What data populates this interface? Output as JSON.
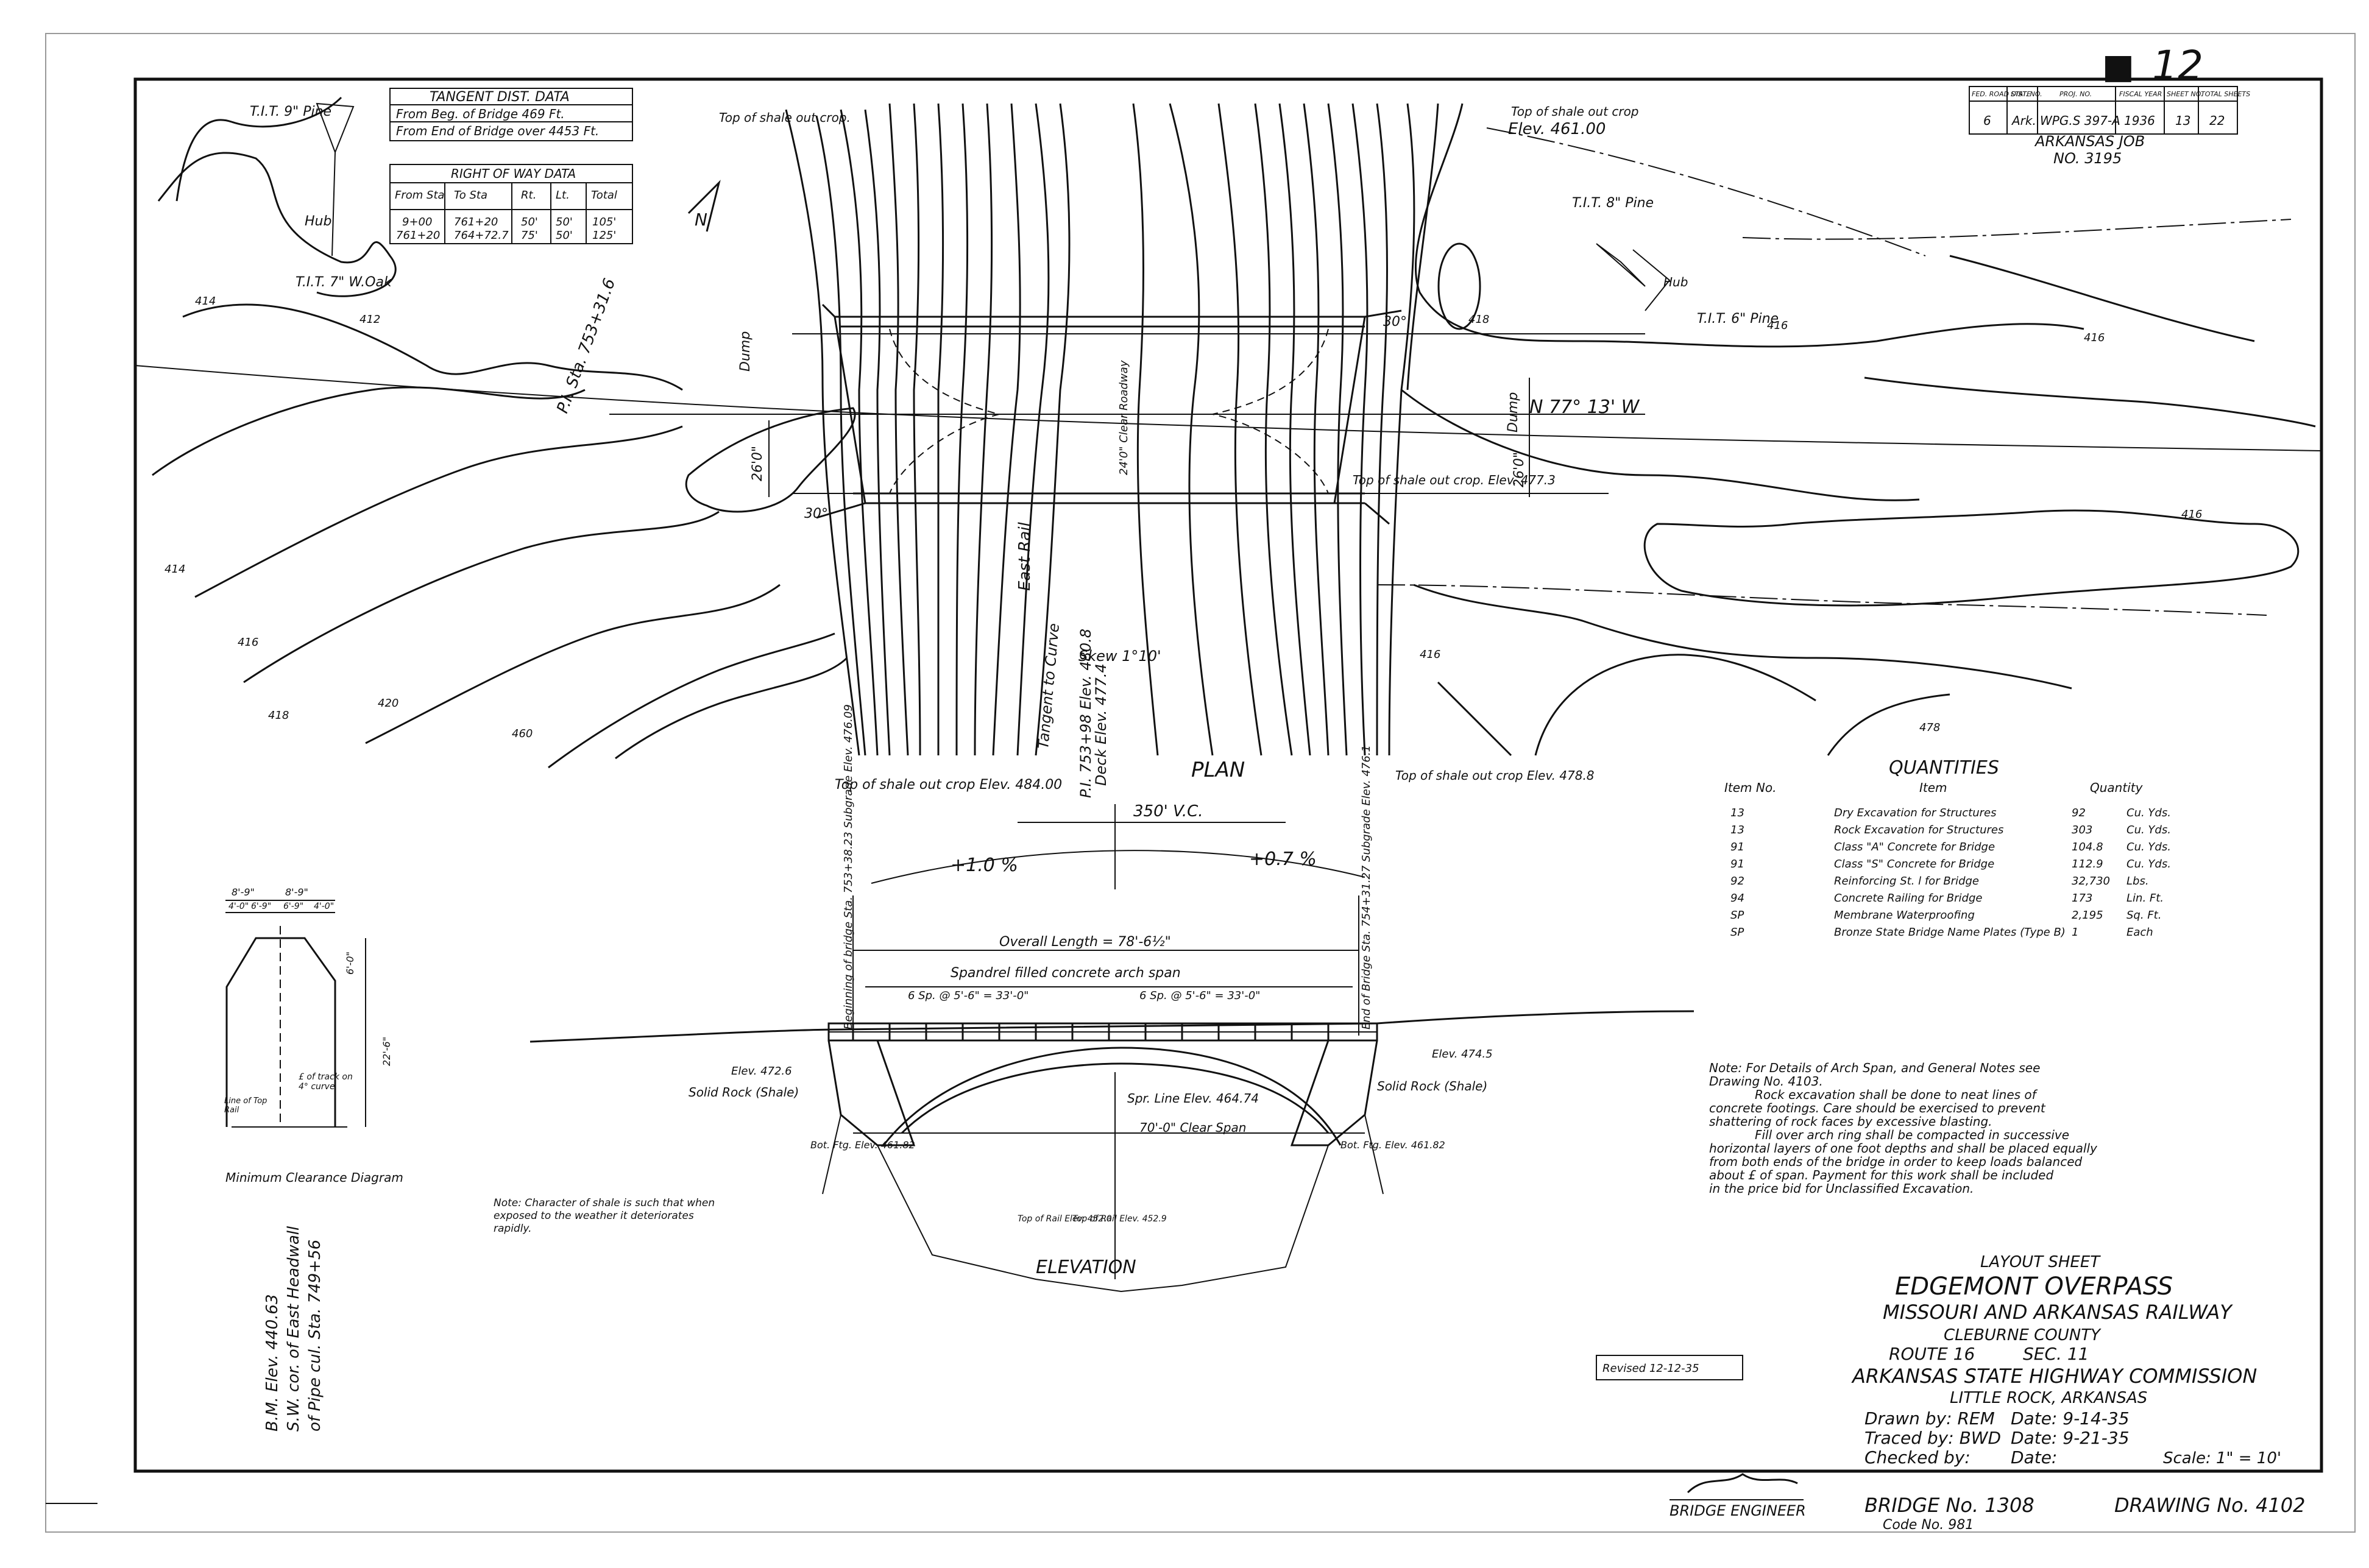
{
  "sheet_number": "12",
  "title_block": {
    "headers": [
      "FED. ROAD DIST. NO.",
      "STATE",
      "PROJ. NO.",
      "FISCAL YEAR",
      "SHEET NO.",
      "TOTAL SHEETS"
    ],
    "values": [
      "6",
      "Ark.",
      "WPG.S 397-A",
      "1936",
      "13",
      "22"
    ],
    "job_line1": "ARKANSAS JOB",
    "job_line2": "NO. 3195"
  },
  "tangent_data": {
    "title": "TANGENT DIST. DATA",
    "row1": "From Beg. of Bridge  469 Ft.",
    "row2": "From End of Bridge over 4453 Ft."
  },
  "row_data": {
    "title": "RIGHT OF WAY DATA",
    "headers": [
      "From Sta",
      "To Sta",
      "Rt.",
      "Lt.",
      "Total"
    ],
    "rows": [
      [
        "9+00",
        "761+20",
        "50'",
        "50'",
        "105'"
      ],
      [
        "761+20",
        "764+72.7",
        "75'",
        "50'",
        "125'"
      ]
    ]
  },
  "plan_labels": {
    "tit_9pine": "T.I.T. 9\" Pine",
    "tit_woak": "T.I.T. 7\" W.Oak",
    "hub_left": "Hub",
    "shale_top_left": "Top of shale out crop.",
    "shale_top_right": "Top of shale out crop",
    "elev_461": "Elev. 461.00",
    "tit_8pine": "T.I.T. 8\" Pine",
    "hub_right": "Hub",
    "tit_6pine": "T.I.T. 6\" Pine",
    "pi_note": "P.I. Sta. 753+31.6",
    "bearing": "N 77° 13' W",
    "dump_left": "Dump",
    "dump_right": "Dump",
    "width_left": "26'0\"",
    "width_right": "26'0\"",
    "clear_roadway": "24'0\" Clear Roadway",
    "east_rail": "East Rail",
    "angle_left": "30°",
    "angle_right": "30°",
    "shale_elev_477": "Top of shale out crop. Elev. 477.3",
    "skew": "Skew 1°10'",
    "tangent_curve": "Tangent to Curve",
    "pi_elev": "P.I. 753+98 Elev. 480.8",
    "deck_elev": "Deck Elev. 477.4",
    "shale_484": "Top of shale out crop Elev. 484.00",
    "shale_4788": "Top of shale out crop Elev. 478.8",
    "plan": "PLAN"
  },
  "contour_labels": [
    "412",
    "414",
    "416",
    "418",
    "420",
    "460",
    "416",
    "416",
    "416",
    "418",
    "414",
    "416",
    "478"
  ],
  "elevation": {
    "vc": "350' V.C.",
    "grade_left": "+1.0 %",
    "grade_right": "+0.7 %",
    "overall_length": "Overall Length = 78'-6½\"",
    "span_type": "Spandrel filled concrete arch span",
    "begin_bridge": "Beginning of bridge Sta. 753+38.23 Subgrade Elev. 476.09",
    "end_bridge": "End of Bridge Sta. 754+31.27 Subgrade Elev. 476.1",
    "spacing_left": "6 Sp. @ 5'-6\" = 33'-0\"",
    "spacing_right": "6 Sp. @ 5'-6\" = 33'-0\"",
    "elev_left": "Elev. 472.6",
    "elev_right": "Elev. 474.5",
    "solid_rock_left": "Solid Rock (Shale)",
    "solid_rock_right": "Solid Rock (Shale)",
    "spring_line": "Spr. Line Elev. 464.74",
    "clear_span": "70'-0\" Clear Span",
    "ftg_left": "Bot. Ftg. Elev. 461.82",
    "ftg_right": "Bot. Ftg. Elev. 461.82",
    "top_rail_left": "Top of Rail Elev. 452.0",
    "top_rail_right": "Top of Rail Elev. 452.9",
    "elevation_title": "ELEVATION",
    "shale_note": "Note: Character of shale is such that when exposed to the weather it deteriorates rapidly."
  },
  "clearance": {
    "dims_top": [
      "8'-9\"",
      "8'-9\""
    ],
    "dims_inner": [
      "4'-0\"",
      "6'-9\"",
      "6'-9\"",
      "4'-0\""
    ],
    "height_label": "22'-6\"",
    "side_label": "6'-0\"",
    "track_note": "£ of track on 4° curve",
    "rail_note": "Line of Top Rail",
    "title": "Minimum Clearance Diagram"
  },
  "quantities": {
    "title": "QUANTITIES",
    "headers": [
      "Item No.",
      "Item",
      "Quantity"
    ],
    "rows": [
      [
        "13",
        "Dry Excavation for Structures",
        "92",
        "Cu. Yds."
      ],
      [
        "13",
        "Rock Excavation for Structures",
        "303",
        "Cu. Yds."
      ],
      [
        "91",
        "Class \"A\" Concrete for Bridge",
        "104.8",
        "Cu. Yds."
      ],
      [
        "91",
        "Class \"S\" Concrete for Bridge",
        "112.9",
        "Cu. Yds."
      ],
      [
        "92",
        "Reinforcing St. l for Bridge",
        "32,730",
        "Lbs."
      ],
      [
        "94",
        "Concrete Railing for Bridge",
        "173",
        "Lin. Ft."
      ],
      [
        "SP",
        "Membrane Waterproofing",
        "2,195",
        "Sq. Ft."
      ],
      [
        "SP",
        "Bronze State Bridge Name Plates (Type B)",
        "1",
        "Each"
      ]
    ]
  },
  "notes": [
    "Note:  For Details of Arch Span, and General Notes see",
    "Drawing No. 4103.",
    "Rock excavation shall be done to neat lines of",
    "concrete footings. Care should be exercised to prevent",
    "shattering of rock faces by excessive blasting.",
    "Fill over arch ring shall be compacted in successive",
    "horizontal layers of one foot depths and shall be placed equally",
    "from both ends of the bridge in order to keep loads balanced",
    "about £ of span. Payment for this work shall be included",
    "in the price bid for Unclassified Excavation."
  ],
  "benchmark": [
    "B.M. Elev. 440.63",
    "S.W. cor. of East Headwall",
    "of Pipe cul. Sta. 749+56"
  ],
  "layout": {
    "sheet": "LAYOUT SHEET",
    "name": "EDGEMONT OVERPASS",
    "railway": "MISSOURI AND ARKANSAS RAILWAY",
    "county": "CLEBURNE COUNTY",
    "route": "ROUTE 16",
    "sec": "SEC. 11",
    "commission": "ARKANSAS STATE HIGHWAY COMMISSION",
    "city": "LITTLE ROCK, ARKANSAS",
    "drawn": "Drawn by: REM",
    "drawn_date": "Date: 9-14-35",
    "traced": "Traced by: BWD",
    "traced_date": "Date: 9-21-35",
    "checked": "Checked by:",
    "checked_date": "Date:",
    "scale": "Scale: 1\" = 10'",
    "bridge_engineer": "BRIDGE ENGINEER",
    "bridge_no": "BRIDGE No. 1308",
    "code_no": "Code No. 981",
    "drawing_no": "DRAWING No. 4102",
    "stamp": "Revised 12-12-35"
  }
}
